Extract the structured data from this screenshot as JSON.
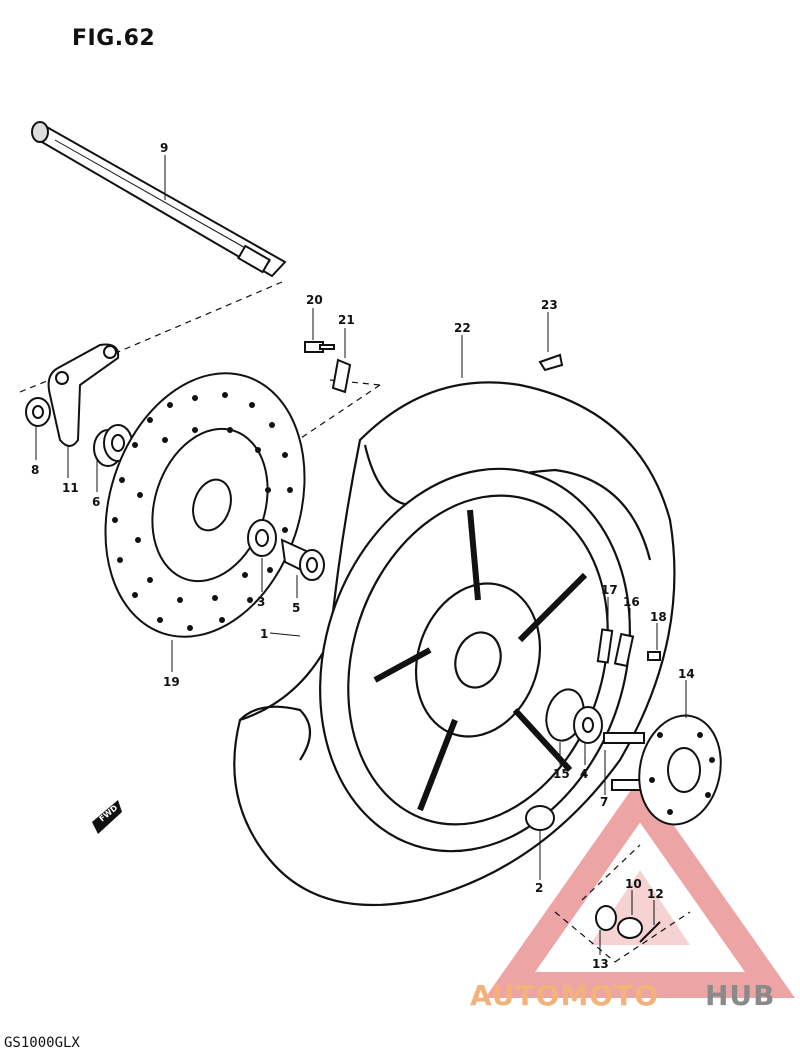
{
  "figure": {
    "title": "FIG.62",
    "model": "GS1000GLX",
    "fwd_label": "FWD"
  },
  "watermark": {
    "text_part1": "AUTOMOTO",
    "text_part2": "HUB",
    "color_primary": "#f3b27a",
    "color_secondary": "#8a8a8a",
    "triangle_color": "#e05a5a"
  },
  "callouts": [
    {
      "id": "c1",
      "label": "1"
    },
    {
      "id": "c2",
      "label": "2"
    },
    {
      "id": "c3",
      "label": "3"
    },
    {
      "id": "c4",
      "label": "4"
    },
    {
      "id": "c5",
      "label": "5"
    },
    {
      "id": "c6",
      "label": "6"
    },
    {
      "id": "c7",
      "label": "7"
    },
    {
      "id": "c8",
      "label": "8"
    },
    {
      "id": "c9",
      "label": "9"
    },
    {
      "id": "c10",
      "label": "10"
    },
    {
      "id": "c11",
      "label": "11"
    },
    {
      "id": "c12",
      "label": "12"
    },
    {
      "id": "c13",
      "label": "13"
    },
    {
      "id": "c14",
      "label": "14"
    },
    {
      "id": "c15",
      "label": "15"
    },
    {
      "id": "c16",
      "label": "16"
    },
    {
      "id": "c17",
      "label": "17"
    },
    {
      "id": "c18",
      "label": "18"
    },
    {
      "id": "c19",
      "label": "19"
    },
    {
      "id": "c20",
      "label": "20"
    },
    {
      "id": "c21",
      "label": "21"
    },
    {
      "id": "c22",
      "label": "22"
    },
    {
      "id": "c23",
      "label": "23"
    }
  ]
}
